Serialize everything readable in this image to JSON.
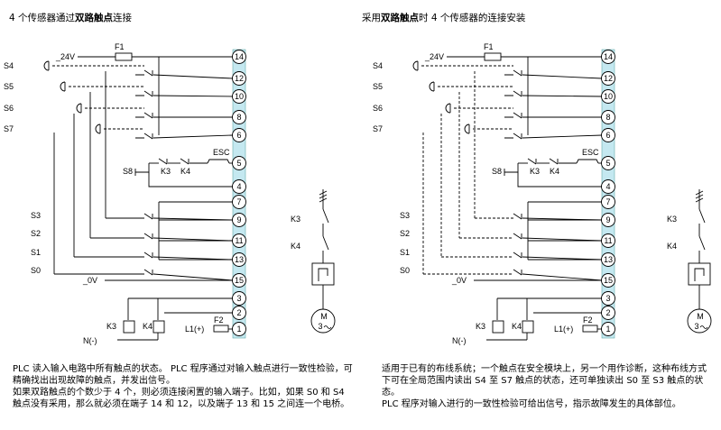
{
  "titles": {
    "left": [
      "4 个传感器通过",
      "双路触点",
      "连接"
    ],
    "right": [
      "采用",
      "双路触点",
      "时 4 个传感器的连接安装"
    ]
  },
  "labels": {
    "fuse1": "F1",
    "fuse2": "F2",
    "v24": "24V",
    "v0": "0V",
    "esc": "ESC",
    "k3": "K3",
    "k4": "K4",
    "l1": "L1(+)",
    "n": "N(-)",
    "motor_m": "M",
    "motor_3": "3"
  },
  "sensors": {
    "top": [
      "S4",
      "S5",
      "S6",
      "S7"
    ],
    "s8": "S8",
    "bottom": [
      "S3",
      "S2",
      "S1",
      "S0"
    ]
  },
  "terminals": [
    "14",
    "12",
    "10",
    "8",
    "6",
    "5",
    "4",
    "7",
    "9",
    "11",
    "13",
    "15",
    "3",
    "2",
    "1"
  ],
  "paragraphs": {
    "left": [
      "PLC 读入输入电路中所有触点的状态。 PLC 程序通过对输入触点进行一致性检验，可精确找出出现故障的触点，并发出信号。",
      "如果双路触点的个数少于 4 个，则必须连接闲置的输入端子。比如，如果 S0 和 S4 触点没有采用，那么就必须在端子 14 和 12，以及端子 13 和 15 之间连一个电桥。"
    ],
    "right": [
      "适用于已有的布线系统；一个触点在安全模块上，另一个用作诊断，这种布线方式下可在全局范围内读出 S4 至 S7 触点的状态，还可单独读出 S0 至 S3 触点的状态。",
      "PLC 程序对输入进行的一致性检验可给出信号，指示故障发生的具体部位。"
    ]
  },
  "colors": {
    "terminal_strip": "#c4e8f0",
    "line": "#000000"
  }
}
